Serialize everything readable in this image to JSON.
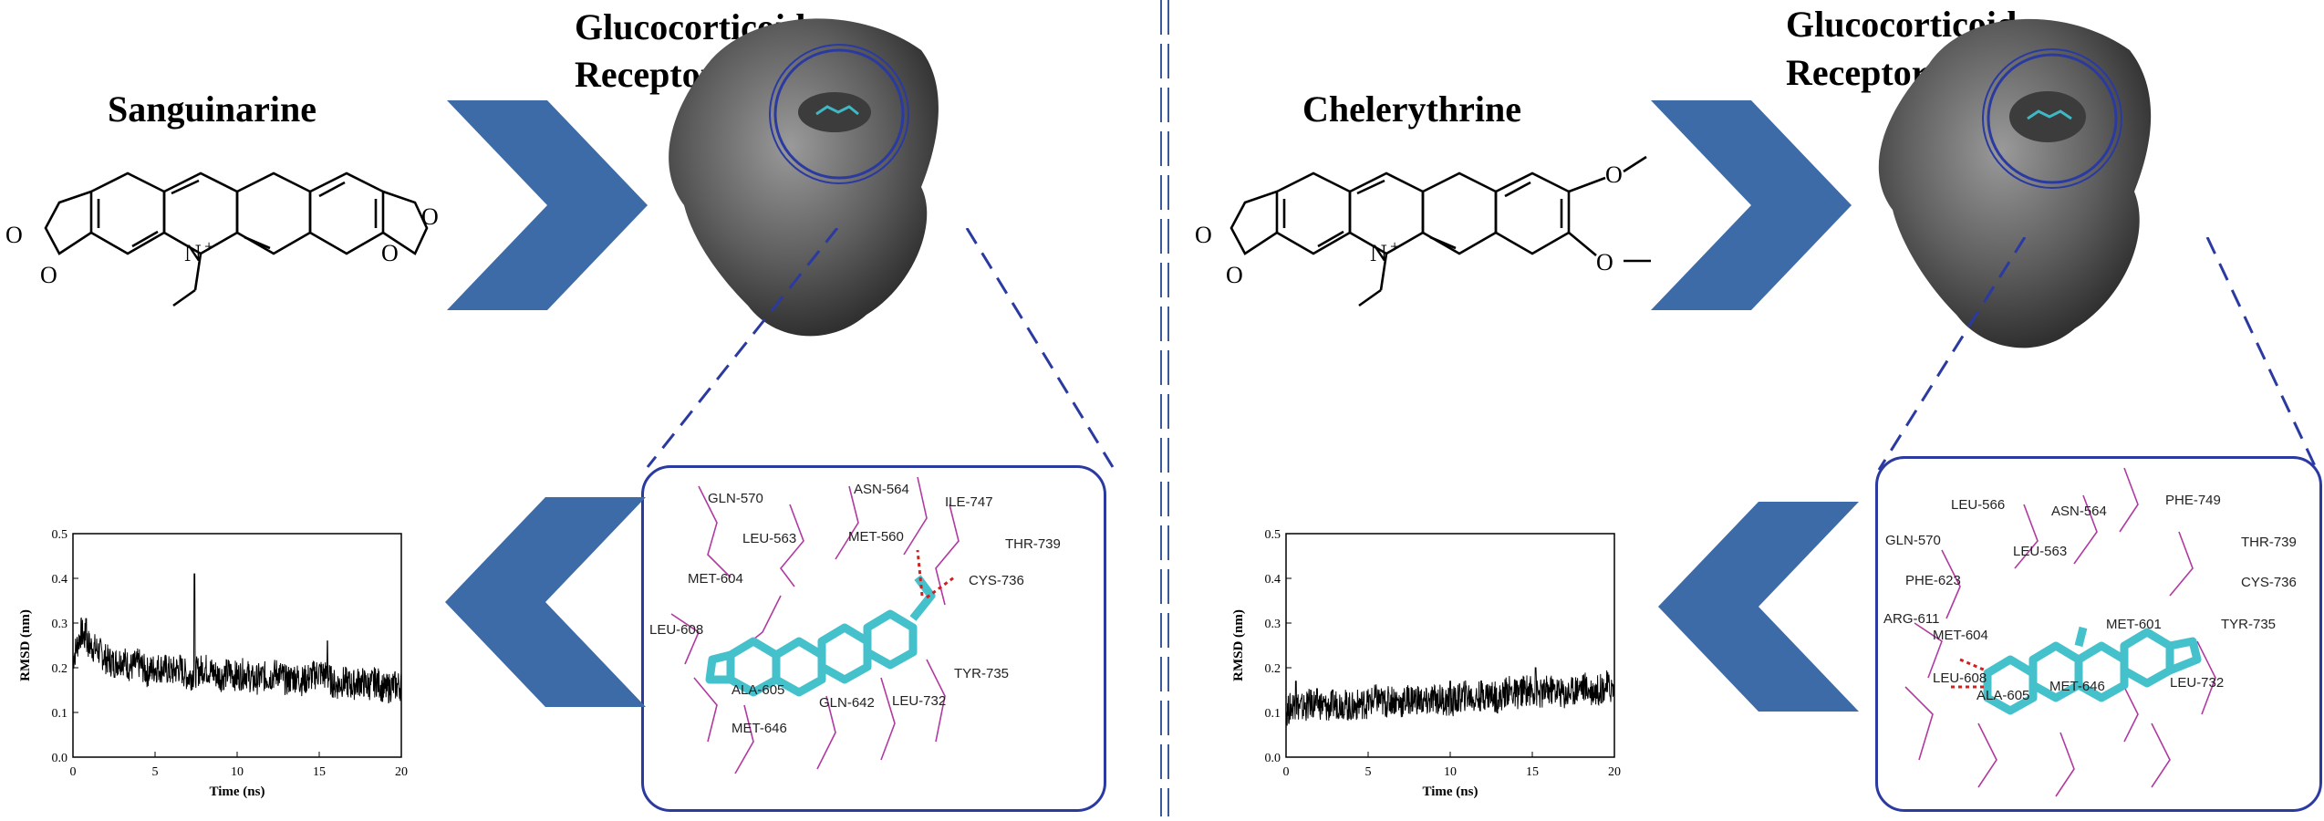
{
  "left": {
    "compound": "Sanguinarine",
    "receptor_line1": "Glucocorticoid",
    "receptor_line2": "Receptor",
    "residues": [
      "GLN-570",
      "ASN-564",
      "ILE-747",
      "LEU-563",
      "MET-560",
      "THR-739",
      "MET-604",
      "CYS-736",
      "LEU-608",
      "TYR-735",
      "ALA-605",
      "GLN-642",
      "LEU-732",
      "MET-646"
    ],
    "atoms": {
      "o1": "O",
      "o2": "O",
      "o3": "O",
      "o4": "O",
      "n": "N",
      "plus": "+"
    }
  },
  "right": {
    "compound": "Chelerythrine",
    "receptor_line1": "Glucocorticoid",
    "receptor_line2": "Receptor",
    "residues": [
      "PHE-749",
      "LEU-566",
      "ASN-564",
      "THR-739",
      "GLN-570",
      "LEU-563",
      "PHE-623",
      "CYS-736",
      "ARG-611",
      "MET-601",
      "MET-604",
      "TYR-735",
      "LEU-608",
      "ALA-605",
      "MET-646",
      "LEU-732"
    ],
    "atoms": {
      "o1": "O",
      "o2": "O",
      "o3": "O",
      "o4": "O",
      "n": "N",
      "plus": "+"
    }
  },
  "chart_data": [
    {
      "type": "line",
      "title": "",
      "xlabel": "Time (ns)",
      "ylabel": "RMSD (nm)",
      "xlim": [
        0,
        20
      ],
      "ylim": [
        0,
        0.5
      ],
      "xticks": [
        "0",
        "5",
        "10",
        "15",
        "20"
      ],
      "yticks": [
        "0.0",
        "0.1",
        "0.2",
        "0.3",
        "0.4",
        "0.5"
      ],
      "x": [
        0,
        0.5,
        1,
        1.5,
        2,
        2.5,
        3,
        3.5,
        4,
        4.5,
        5,
        5.5,
        6,
        6.5,
        7,
        7.5,
        8,
        8.5,
        9,
        9.5,
        10,
        10.5,
        11,
        11.5,
        12,
        12.5,
        13,
        13.5,
        14,
        14.5,
        15,
        15.5,
        16,
        16.5,
        17,
        17.5,
        18,
        18.5,
        19,
        19.5,
        20
      ],
      "values": [
        0.22,
        0.28,
        0.25,
        0.24,
        0.22,
        0.21,
        0.22,
        0.2,
        0.21,
        0.19,
        0.2,
        0.2,
        0.19,
        0.2,
        0.18,
        0.19,
        0.2,
        0.19,
        0.18,
        0.19,
        0.18,
        0.19,
        0.17,
        0.18,
        0.18,
        0.19,
        0.17,
        0.18,
        0.17,
        0.18,
        0.19,
        0.18,
        0.16,
        0.17,
        0.16,
        0.17,
        0.16,
        0.17,
        0.15,
        0.16,
        0.16
      ],
      "peaks": [
        [
          7.4,
          0.41
        ],
        [
          0.8,
          0.31
        ],
        [
          15.5,
          0.26
        ]
      ]
    },
    {
      "type": "line",
      "title": "",
      "xlabel": "Time (ns)",
      "ylabel": "RMSD (nm)",
      "xlim": [
        0,
        20
      ],
      "ylim": [
        0,
        0.5
      ],
      "xticks": [
        "0",
        "5",
        "10",
        "15",
        "20"
      ],
      "yticks": [
        "0.0",
        "0.1",
        "0.2",
        "0.3",
        "0.4",
        "0.5"
      ],
      "x": [
        0,
        0.5,
        1,
        1.5,
        2,
        2.5,
        3,
        3.5,
        4,
        4.5,
        5,
        5.5,
        6,
        6.5,
        7,
        7.5,
        8,
        8.5,
        9,
        9.5,
        10,
        10.5,
        11,
        11.5,
        12,
        12.5,
        13,
        13.5,
        14,
        14.5,
        15,
        15.5,
        16,
        16.5,
        17,
        17.5,
        18,
        18.5,
        19,
        19.5,
        20
      ],
      "values": [
        0.1,
        0.12,
        0.11,
        0.12,
        0.12,
        0.11,
        0.12,
        0.12,
        0.11,
        0.12,
        0.12,
        0.13,
        0.12,
        0.13,
        0.12,
        0.13,
        0.13,
        0.12,
        0.13,
        0.13,
        0.12,
        0.13,
        0.14,
        0.13,
        0.14,
        0.14,
        0.13,
        0.15,
        0.14,
        0.15,
        0.15,
        0.14,
        0.15,
        0.15,
        0.14,
        0.15,
        0.16,
        0.15,
        0.15,
        0.16,
        0.15
      ],
      "peaks": [
        [
          15.2,
          0.2
        ],
        [
          0.6,
          0.17
        ],
        [
          10,
          0.17
        ]
      ]
    }
  ]
}
